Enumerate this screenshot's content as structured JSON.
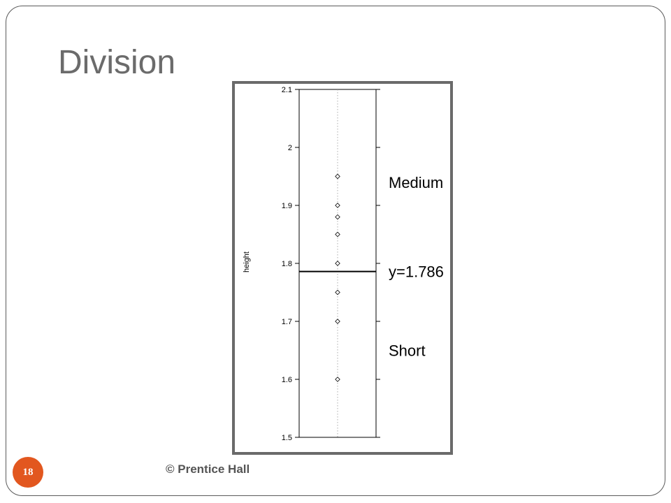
{
  "slide": {
    "title": "Division",
    "page_number": "18",
    "copyright": "© Prentice Hall"
  },
  "colors": {
    "badge": "#e2571f",
    "title": "#6b6b6b",
    "frame": "#6a6a6a"
  },
  "chart_data": {
    "type": "scatter",
    "ylabel": "height",
    "ylim": [
      1.5,
      2.1
    ],
    "yticks": [
      1.5,
      1.6,
      1.7,
      1.8,
      1.9,
      2.0,
      2.1
    ],
    "ytick_labels": [
      "1.5",
      "1.6",
      "1.7",
      "1.8",
      "1.9",
      "2",
      "2.1"
    ],
    "points": [
      1.95,
      1.9,
      1.88,
      1.85,
      1.8,
      1.75,
      1.7,
      1.6
    ],
    "marker": "diamond-open",
    "threshold": {
      "value": 1.786,
      "label": "y=1.786"
    },
    "region_labels": {
      "upper": "Medium",
      "lower": "Short"
    }
  }
}
